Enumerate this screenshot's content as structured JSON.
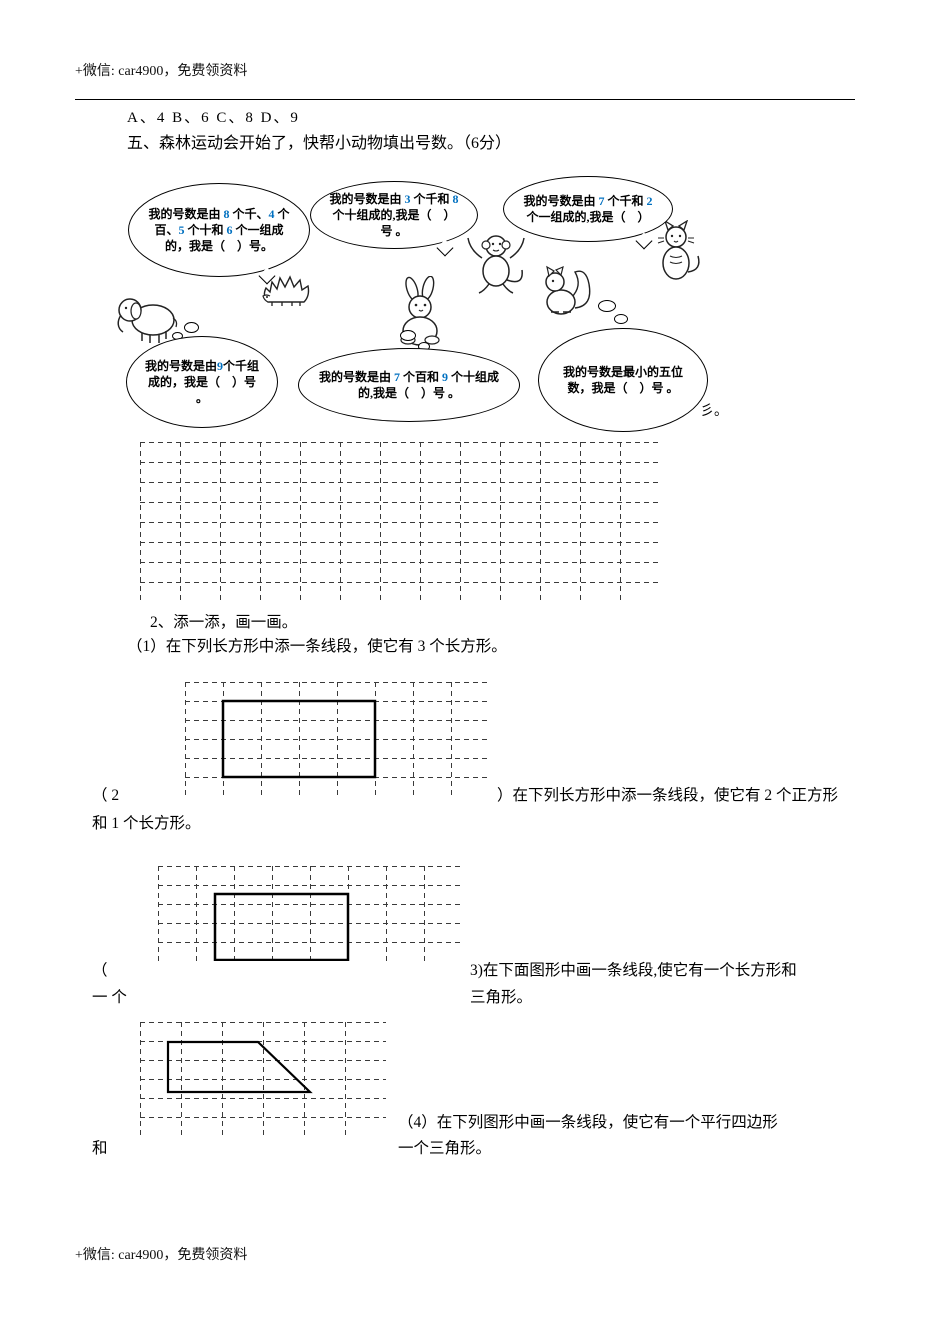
{
  "page": {
    "header_note": "+微信: car4900，免费领资料",
    "footer_note": "+微信: car4900，免费领资料",
    "choices_line": "A、4    B、6    C、8    D、9"
  },
  "colors": {
    "digit_accent": "#0070c0",
    "grid_line": "#3a3a3a",
    "ink": "#000000"
  },
  "section5": {
    "title": "五、森林运动会开始了，快帮小动物填出号数。（6分）",
    "animals": [
      "elephant",
      "hedgehog",
      "rabbit",
      "monkey",
      "squirrel",
      "cat"
    ],
    "bubbles": [
      {
        "speaker": "hedgehog",
        "segments": [
          {
            "t": "我的号数是由 "
          },
          {
            "t": "8",
            "c": "#0070c0"
          },
          {
            "t": " 个千、"
          },
          {
            "t": "4",
            "c": "#0070c0"
          },
          {
            "t": " 个百、"
          },
          {
            "t": "5",
            "c": "#0070c0"
          },
          {
            "t": " 个十和 "
          },
          {
            "t": "6",
            "c": "#0070c0"
          },
          {
            "t": " 个一组成的，我是（　）号。"
          }
        ]
      },
      {
        "speaker": "monkey",
        "segments": [
          {
            "t": "我的号数是由 "
          },
          {
            "t": "3",
            "c": "#0070c0"
          },
          {
            "t": " 个千和 "
          },
          {
            "t": "8",
            "c": "#0070c0"
          },
          {
            "t": " 个十组成的,我是（　）号 。"
          }
        ]
      },
      {
        "speaker": "cat",
        "segments": [
          {
            "t": "我的号数是由 "
          },
          {
            "t": "7",
            "c": "#0070c0"
          },
          {
            "t": " 个千和 "
          },
          {
            "t": "2",
            "c": "#0070c0"
          },
          {
            "t": " 个一组成的,我是（　）"
          }
        ]
      }
    ],
    "clouds": [
      {
        "speaker": "elephant",
        "segments": [
          {
            "t": "我的号数是由"
          },
          {
            "t": "9",
            "c": "#0070c0"
          },
          {
            "t": "个千组成的，我是（　）号 。"
          }
        ]
      },
      {
        "speaker": "rabbit",
        "segments": [
          {
            "t": "我的号数是由 "
          },
          {
            "t": "7",
            "c": "#0070c0"
          },
          {
            "t": " 个百和 "
          },
          {
            "t": "9",
            "c": "#0070c0"
          },
          {
            "t": " 个十组成的,我是（　）号 。"
          }
        ]
      },
      {
        "speaker": "squirrel",
        "segments": [
          {
            "t": "我的号数是最小的五位数，我是（　）号 。"
          }
        ]
      }
    ],
    "scribble": "彡。"
  },
  "section2": {
    "heading": "2、添一添，画一画。",
    "q1": "（1）在下列长方形中添一条线段，使它有 3 个长方形。",
    "q2_pre": "（  2",
    "q2_post": "）在下列长方形中添一条线段，使它有 2 个正方形",
    "q2_cont": "和 1 个长方形。",
    "q3_pre": "（",
    "q3_post": "3)在下面图形中画一条线段,使它有一个长方形和",
    "q3_left": "一  个",
    "q3_cont": "三角形。",
    "q4": "（4）在下列图形中画一条线段，使它有一个平行四边形",
    "q4_left": "和",
    "q4_cont": "一个三角形。"
  }
}
